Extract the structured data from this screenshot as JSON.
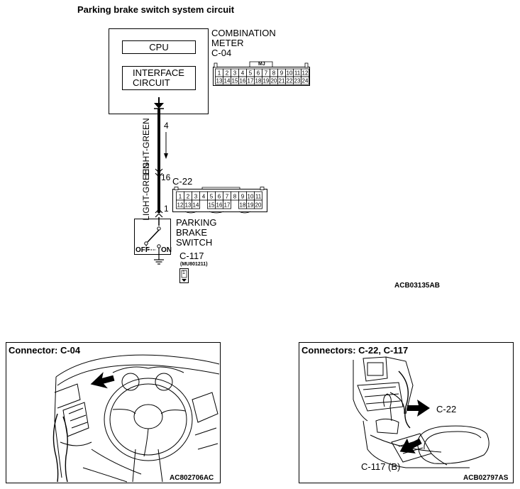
{
  "title": "Parking brake switch  system circuit",
  "combination_meter": {
    "name_line1": "COMBINATION",
    "name_line2": "METER",
    "connector": "C-04",
    "cpu_label": "CPU",
    "interface_line1": "INTERFACE",
    "interface_line2": "CIRCUIT",
    "connector_tag": "MJ",
    "pins_row1": [
      "1",
      "2",
      "3",
      "4",
      "5",
      "6",
      "7",
      "8",
      "9",
      "10",
      "11",
      "12"
    ],
    "pins_row2": [
      "13",
      "14",
      "15",
      "16",
      "17",
      "18",
      "19",
      "20",
      "21",
      "22",
      "23",
      "24"
    ]
  },
  "wire": {
    "color_upper": "LIGHT-GREEN",
    "color_lower": "LIGHT-GREEN",
    "pin_top": "4",
    "pin_mid": "16",
    "pin_bottom": "1"
  },
  "c22": {
    "connector": "C-22",
    "pins_row1": [
      "1",
      "2",
      "3",
      "4",
      "5",
      "6",
      "7",
      "8",
      "9",
      "10",
      "11"
    ],
    "pins_row2": [
      "12",
      "13",
      "14",
      "15",
      "16",
      "17",
      "18",
      "19",
      "20"
    ]
  },
  "switch": {
    "name_line1": "PARKING",
    "name_line2": "BRAKE",
    "name_line3": "SWITCH",
    "off_label": "OFF",
    "on_label": "ON",
    "connector": "C-117",
    "part_number": "(MU801211)",
    "pin": "1"
  },
  "circuit_code": "ACB03135AB",
  "panels": {
    "left": {
      "title": "Connector: C-04",
      "code": "AC802706AC"
    },
    "right": {
      "title": "Connectors: C-22, C-117",
      "code": "ACB02797AS",
      "callout_c22": "C-22",
      "callout_c117": "C-117 (B)"
    }
  }
}
